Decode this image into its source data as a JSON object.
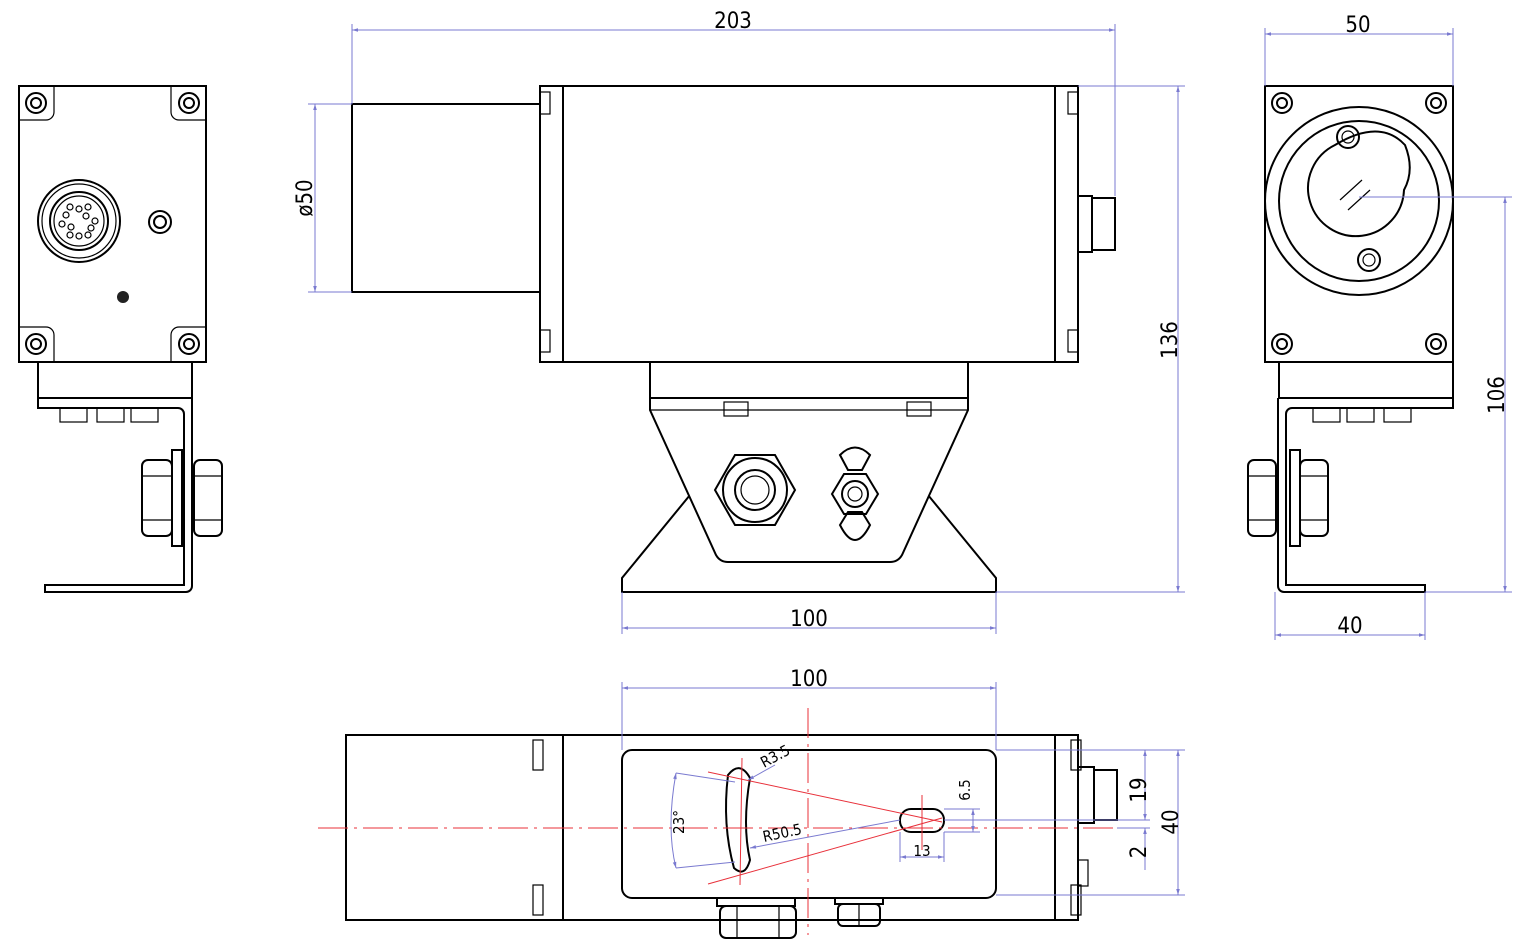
{
  "drawing": {
    "front_view": {
      "overall_length": "203",
      "lens_diameter": "ø50",
      "overall_height": "136",
      "base_width": "100"
    },
    "side_view": {
      "width": "50",
      "height_to_axis": "106",
      "bracket_width": "40"
    },
    "bottom_view": {
      "base_width": "100",
      "slot_radius": "R3.5",
      "arc_angle": "23°",
      "arc_radius": "R50.5",
      "slot_length": "13",
      "slot_width": "6.5",
      "connector_offset": "19",
      "body_width": "40",
      "axis_offset": "2"
    },
    "colors": {
      "outline": "#000000",
      "dimension": "#7a7ad0",
      "centerline": "#e8303a"
    }
  }
}
